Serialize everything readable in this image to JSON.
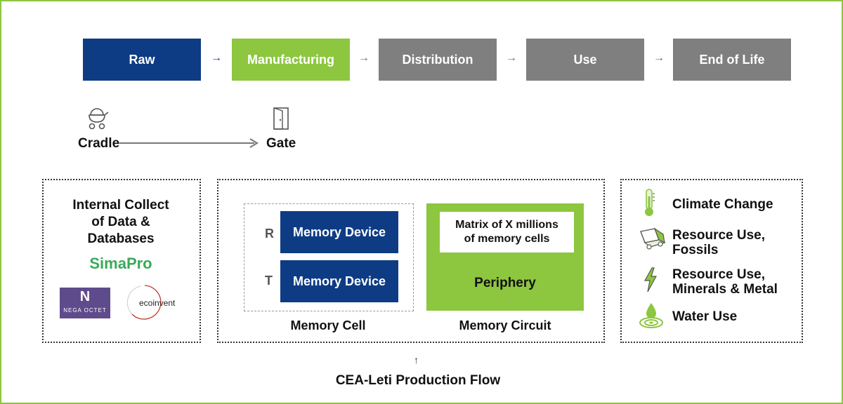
{
  "lifecycle": {
    "stages": [
      "Raw",
      "Manufacturing",
      "Distribution",
      "Use",
      "End of Life"
    ],
    "arrow_glyph": "→"
  },
  "scope": {
    "start_label": "Cradle",
    "end_label": "Gate",
    "start_icon": "stroller-icon",
    "end_icon": "door-icon"
  },
  "data_sources": {
    "title_lines": [
      "Internal Collect",
      "of Data &",
      "Databases"
    ],
    "simapro": "SimaPro",
    "nega_octet_letter": "N",
    "nega_octet": "NEGA OCTET",
    "ecoinvent": "ecoinvent"
  },
  "production": {
    "cell_rows": [
      {
        "letter": "R",
        "device": "Memory Device"
      },
      {
        "letter": "T",
        "device": "Memory Device"
      }
    ],
    "cell_label": "Memory Cell",
    "matrix_lines": [
      "Matrix of X millions",
      "of memory cells"
    ],
    "periphery": "Periphery",
    "circuit_label": "Memory Circuit",
    "flow_arrow": "↑",
    "flow_label": "CEA-Leti Production Flow"
  },
  "impacts": [
    {
      "lines": [
        "Climate Change"
      ],
      "icon": "thermometer-icon"
    },
    {
      "lines": [
        "Resource Use,",
        "Fossils"
      ],
      "icon": "truck-icon"
    },
    {
      "lines": [
        "Resource Use,",
        "Minerals & Metal"
      ],
      "icon": "lightning-icon"
    },
    {
      "lines": [
        "Water Use"
      ],
      "icon": "water-drop-icon"
    }
  ],
  "colors": {
    "blue": "#0e3c84",
    "green": "#8dc63f",
    "gray": "#7f7f7f"
  }
}
